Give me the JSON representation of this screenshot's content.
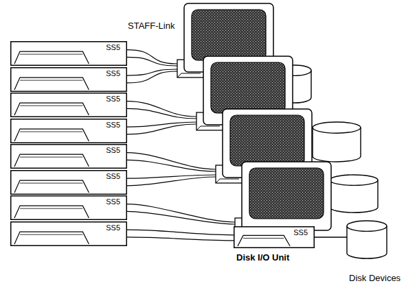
{
  "diagram": {
    "nodes": [
      {
        "text": [
          "SS5"
        ]
      },
      {
        "text": [
          "SS5"
        ]
      },
      {
        "text": [
          "SS5"
        ]
      },
      {
        "text": [
          "SS5"
        ]
      },
      {
        "text": [
          "SS5"
        ]
      },
      {
        "text": [
          "SS5"
        ]
      },
      {
        "text": [
          "SS5"
        ]
      },
      {
        "text": [
          "SS5"
        ]
      },
      {
        "text": [
          "SS5",
          "Disk I/O Unit"
        ]
      }
    ],
    "edges": [
      {
        "from": 7,
        "to": 8,
        "arrow": "none"
      }
    ],
    "labels": [
      "STAFF-Link",
      "Disk Devices"
    ]
  }
}
